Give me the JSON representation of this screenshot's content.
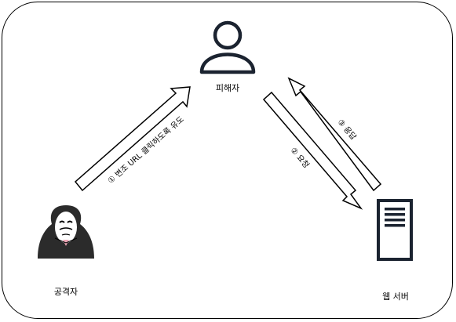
{
  "nodes": {
    "victim": {
      "label": "피해자",
      "icon": "user-icon"
    },
    "attacker": {
      "label": "공격자",
      "icon": "hacker-mask-icon"
    },
    "web_server": {
      "label": "웹 서버",
      "icon": "server-icon"
    }
  },
  "arrows": {
    "attacker_to_victim": "① 변조 URL 클릭하도록 유도",
    "victim_to_server": "② 요청",
    "server_to_victim": "③ 응답"
  }
}
